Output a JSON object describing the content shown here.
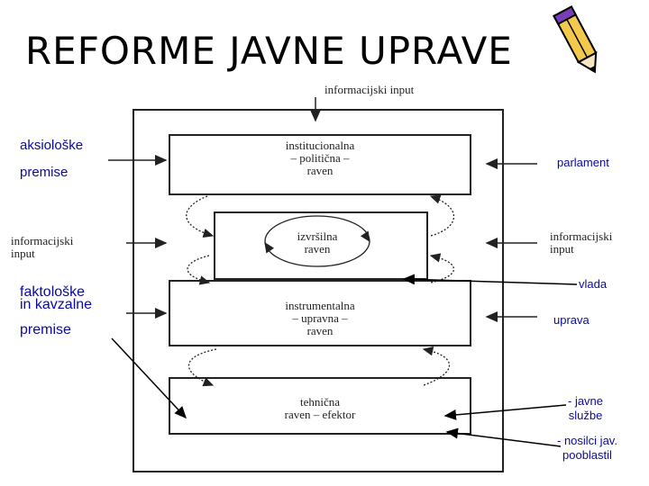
{
  "title": "REFORME JAVNE UPRAVE",
  "scan": {
    "top_input": "informacijski input",
    "left_input_line1": "informacijski",
    "left_input_line2": "input",
    "right_input_line1": "informacijski",
    "right_input_line2": "input",
    "box1": [
      "institucionalna",
      "– politična –",
      "raven"
    ],
    "box2": [
      "izvršilna",
      "raven"
    ],
    "box3": [
      "instrumentalna",
      "– upravna –",
      "raven"
    ],
    "box4": [
      "tehnična",
      "raven – efektor"
    ]
  },
  "labels": {
    "axiological_line1": "aksiološke",
    "axiological_line2": "premise",
    "factual_line1": "faktološke",
    "factual_line2": "in kavzalne",
    "factual_line3": "premise",
    "parliament": "parlament",
    "government": "vlada",
    "administration": "uprava",
    "public_services_line1": "- javne",
    "public_services_line2": "službe",
    "holders_line1": "- nosilci jav.",
    "holders_line2": "pooblastil"
  },
  "colors": {
    "label_blue": "#0a0aa0",
    "scan_ink": "#222222"
  }
}
